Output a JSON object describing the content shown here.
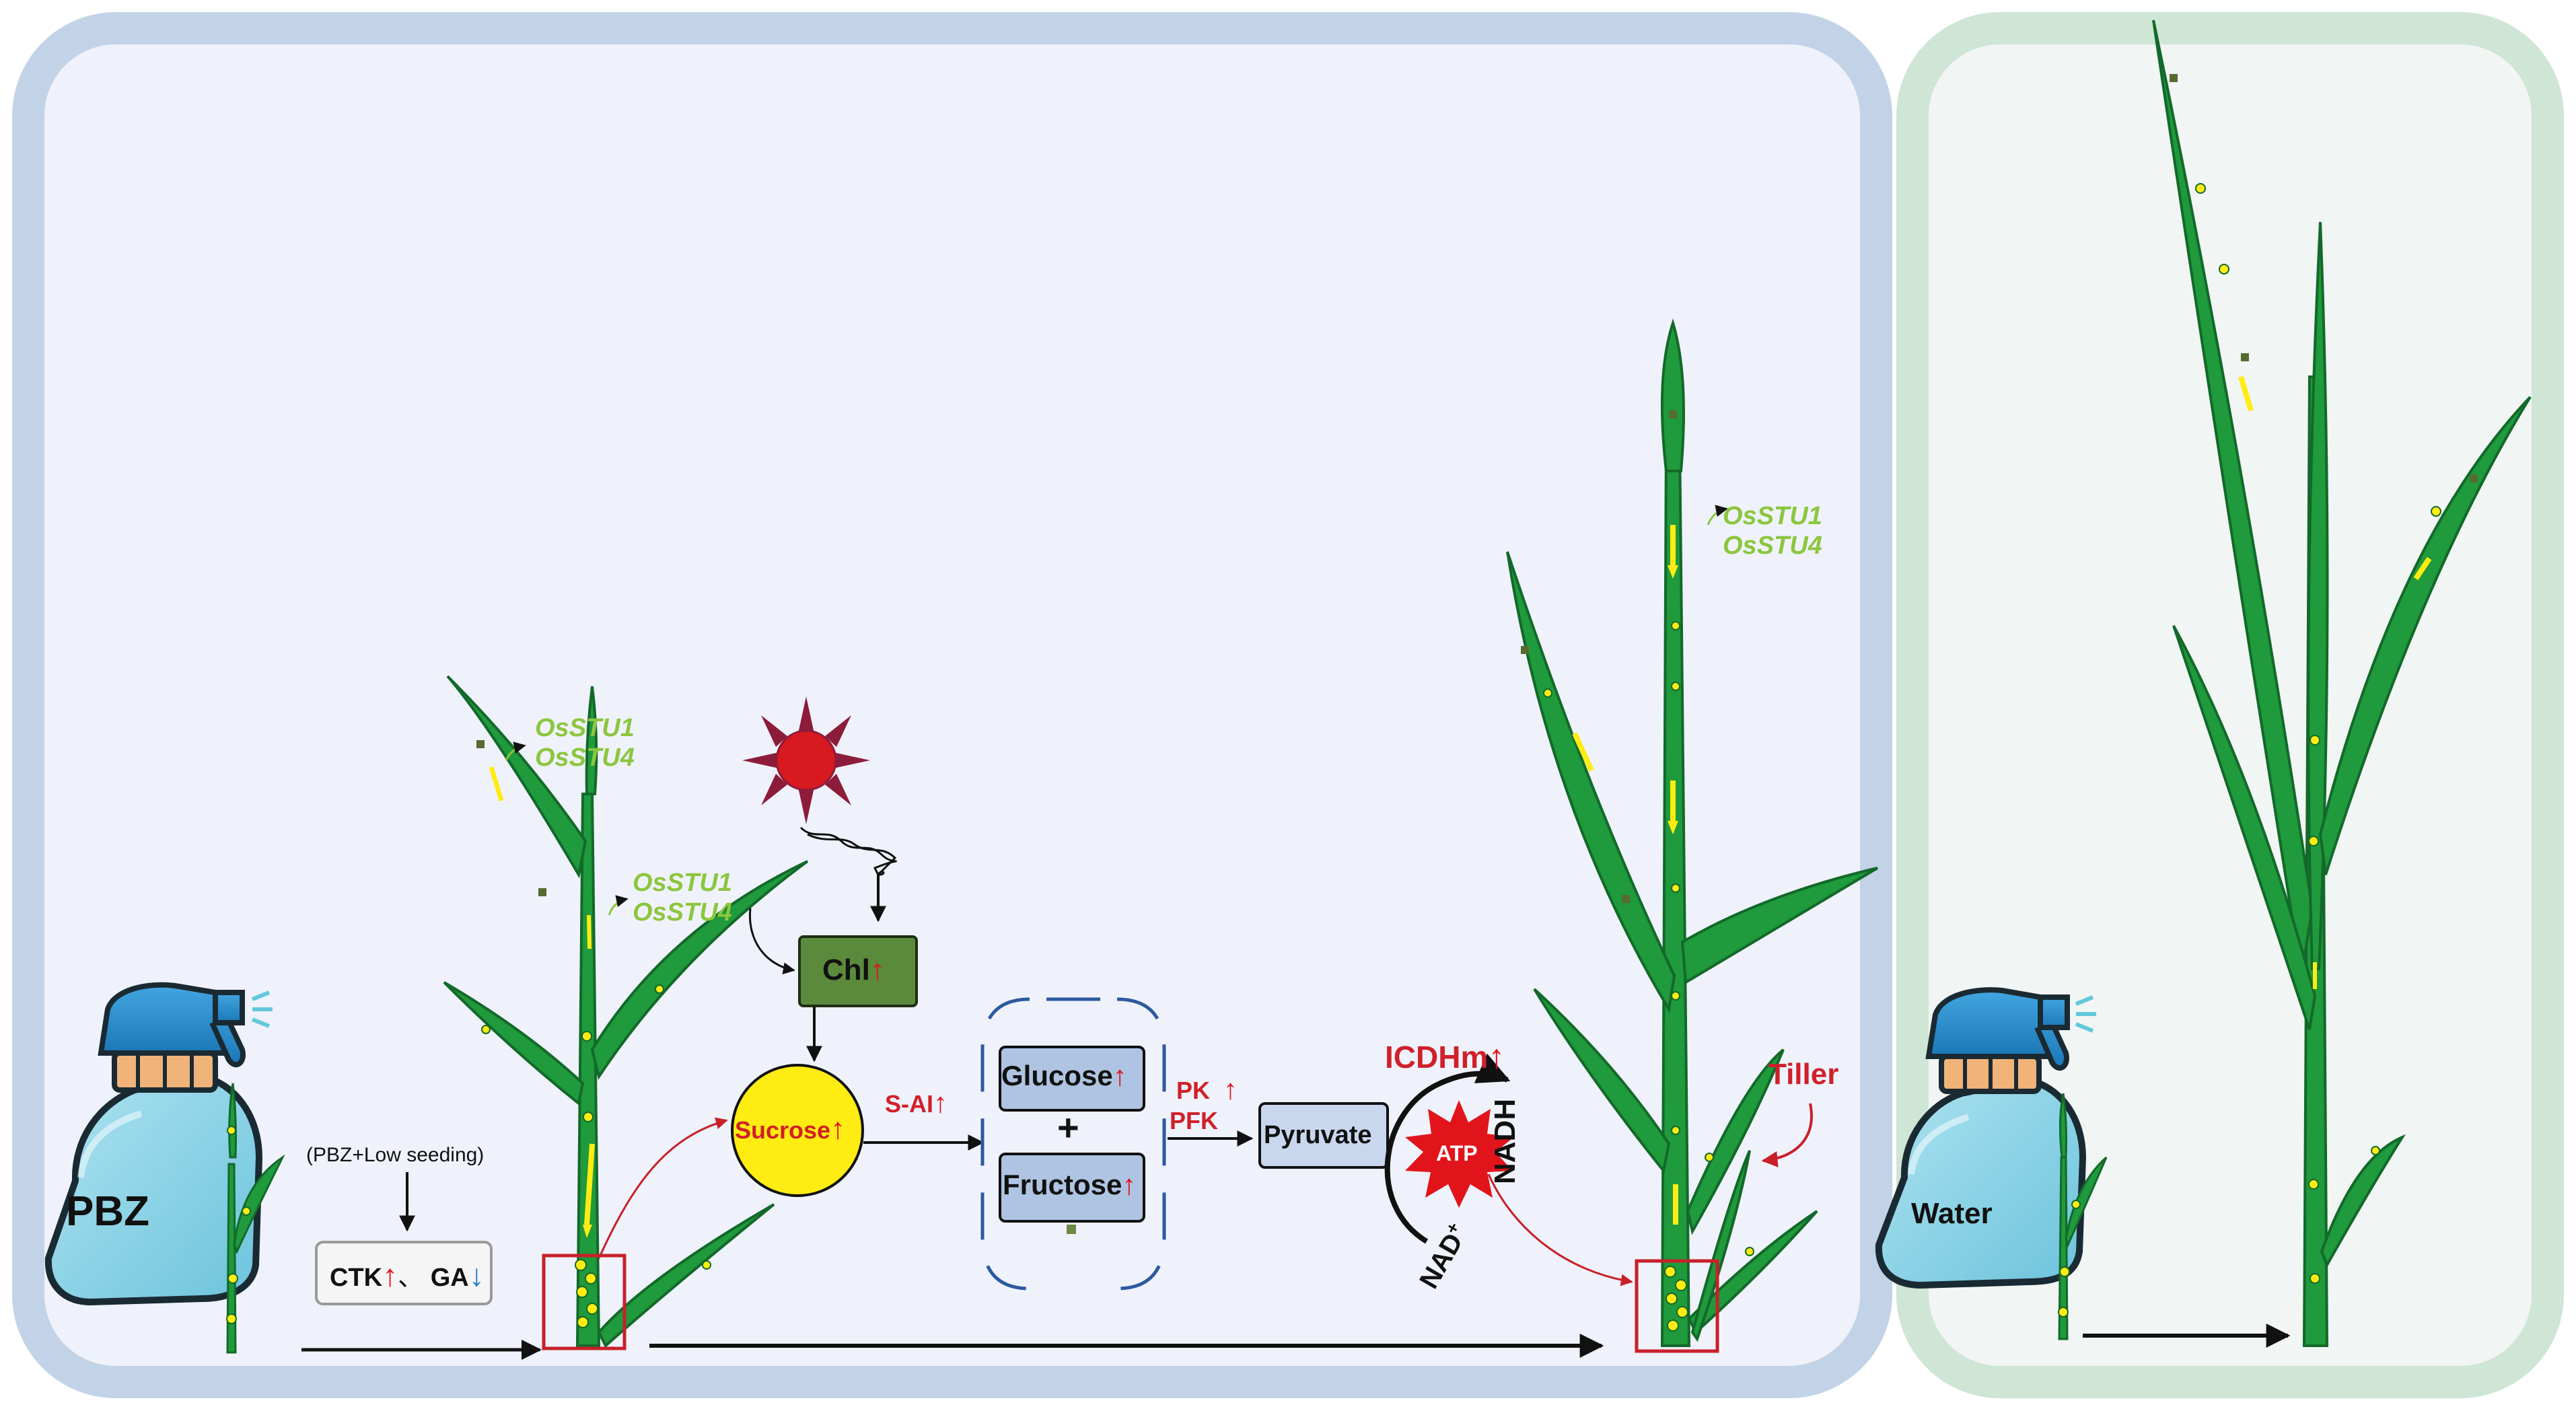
{
  "labels": {
    "pbz": "PBZ",
    "water": "Water",
    "treatment": "(PBZ+Low seeding)",
    "ctk": "CTK",
    "separator": "、",
    "ga": "GA",
    "up_arrow": "↑",
    "down_arrow": "↓",
    "gene_a": "OsSTU1",
    "gene_b": "OsSTU4",
    "chl": "Chl",
    "sucrose": "Sucrose",
    "s_ai": "S-AI",
    "glucose": "Glucose",
    "plus": "+",
    "fructose": "Fructose",
    "pk": "PK",
    "pfk": "PFK",
    "pyruvate": "Pyruvate",
    "icdhm": "ICDHm",
    "nadh": "NADH",
    "nad": "NAD",
    "nad_sup": "+",
    "atp": "ATP",
    "tiller": "Tiller"
  },
  "icons": [
    "spray-bottle-icon",
    "sun-icon",
    "rice-plant-icon",
    "up-arrow-icon",
    "down-arrow-icon",
    "atp-burst-icon"
  ],
  "colors": {
    "main_panel_bg": "#eff2fa",
    "main_panel_border": "#c3d3e7",
    "side_panel_bg": "#f1f5f4",
    "side_panel_border": "#cfe5d6",
    "leaf": "#1f9a3c",
    "leaf_dark": "#13692a",
    "chl_box": "#5b8a3c",
    "sucrose": "#ffec12",
    "sugar_box": "#aec4e2",
    "pyruvate_box": "#c9d7ee",
    "atp": "#e2141b",
    "highlight_box": "#c8202a",
    "up": "#e2141b",
    "down": "#1f7fcf",
    "gene_text": "#8cc63f",
    "red_text": "#d0202a"
  }
}
